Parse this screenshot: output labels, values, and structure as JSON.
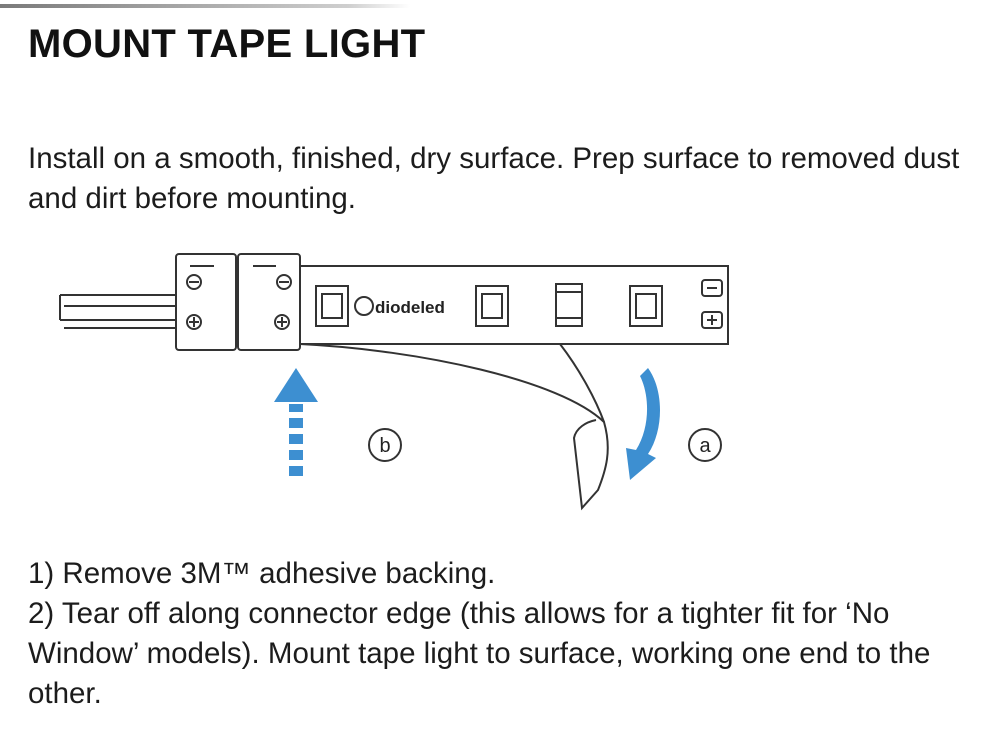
{
  "title": "MOUNT TAPE LIGHT",
  "intro": "Install on a smooth, finished, dry surface. Prep surface to removed dust and dirt before mounting.",
  "diagram": {
    "brand_label": "diodeled",
    "label_a": "a",
    "label_b": "b",
    "accent_color": "#3d8fd1"
  },
  "steps": [
    "1) Remove 3M™ adhesive backing.",
    "2) Tear off along connector edge (this allows for a tighter fit for ‘No Window’ models). Mount tape light to surface, working one end to the other."
  ]
}
